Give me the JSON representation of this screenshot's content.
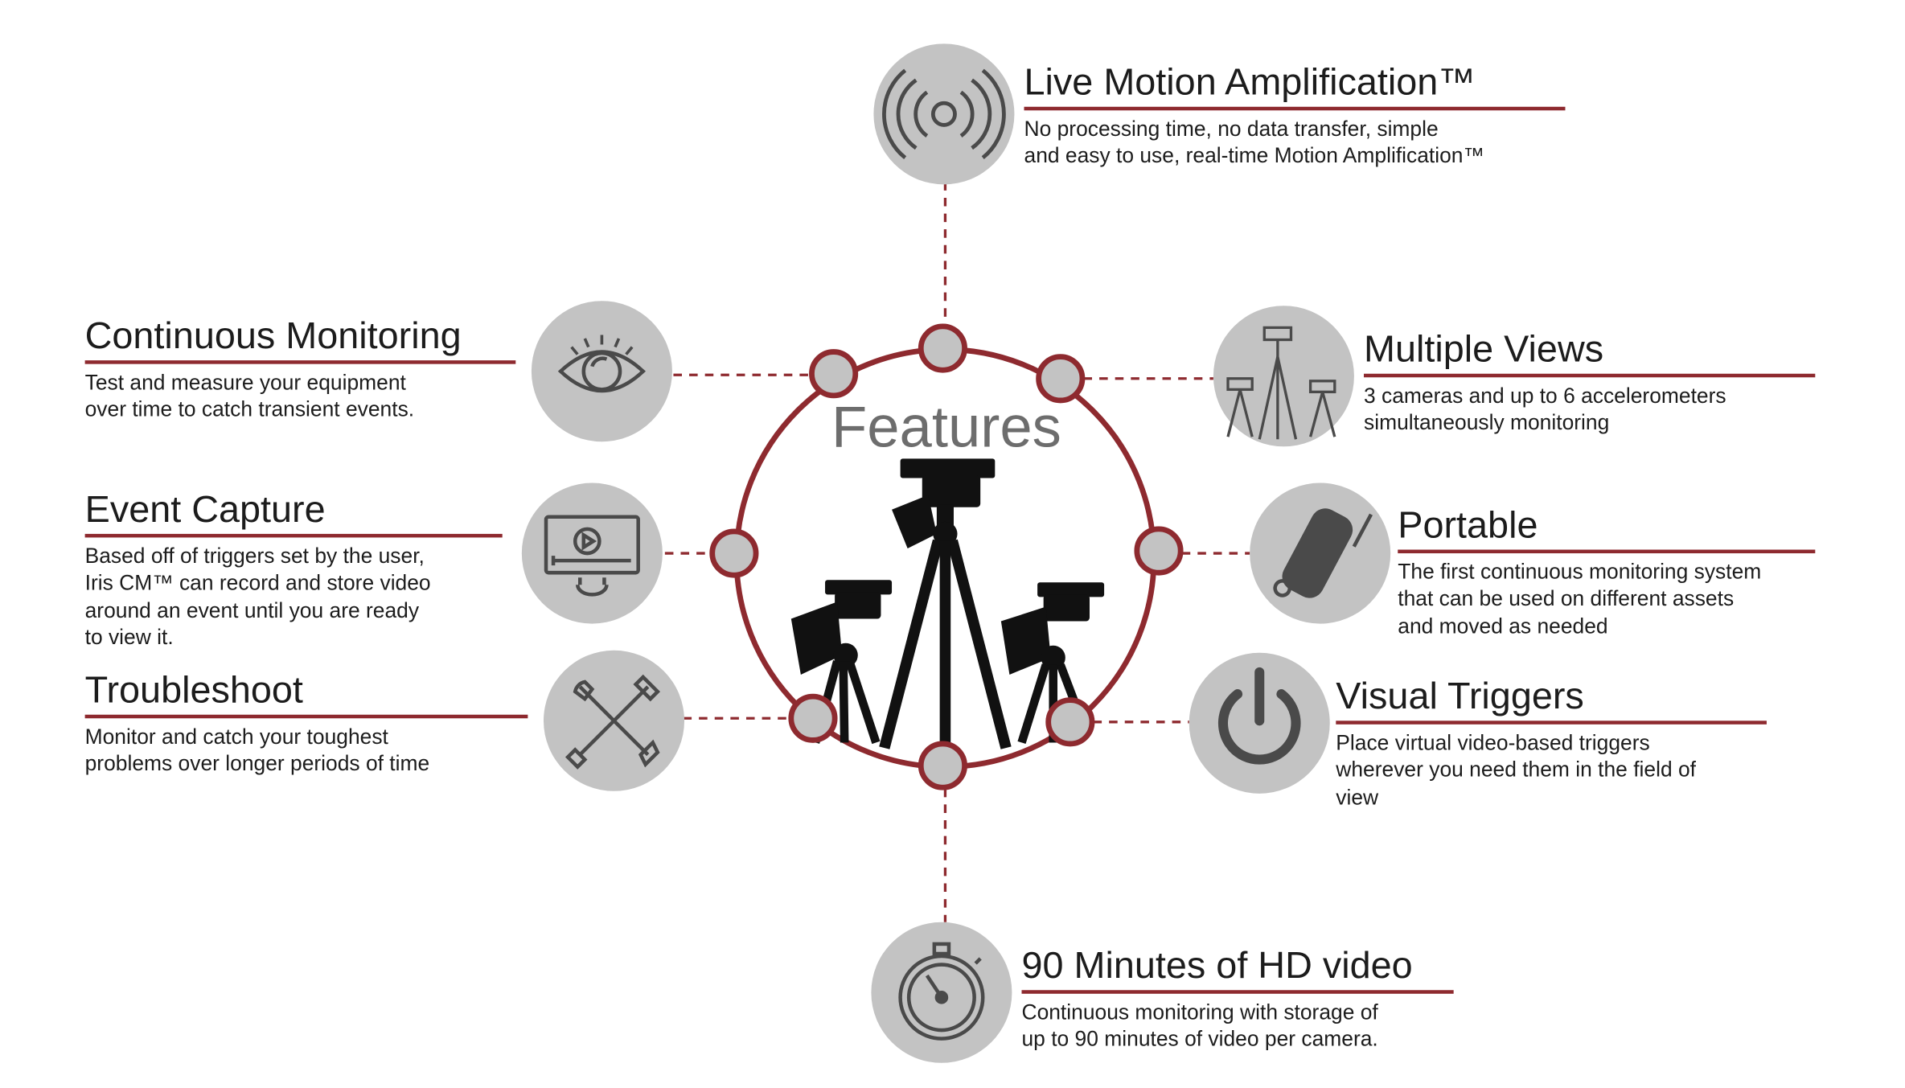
{
  "center": {
    "title": "Features"
  },
  "colors": {
    "accent": "#8e2a2f",
    "icon_bg": "#c3c3c3",
    "icon_stroke": "#4a4a4a"
  },
  "features": [
    {
      "id": "live-motion",
      "icon": "signal-waves-icon",
      "title": "Live Motion Amplification™",
      "description": "No processing time, no data transfer, simple\nand easy to use, real-time Motion Amplification™"
    },
    {
      "id": "continuous",
      "icon": "eye-icon",
      "title": "Continuous Monitoring",
      "description": "Test and measure your equipment\nover time to catch transient events."
    },
    {
      "id": "multiple-views",
      "icon": "tripods-icon",
      "title": "Multiple Views",
      "description": "3 cameras and up to 6 accelerometers\nsimultaneously monitoring"
    },
    {
      "id": "event-capture",
      "icon": "video-player-icon",
      "title": "Event Capture",
      "description": "Based off of triggers set by the user,\nIris CM™ can record and store video\naround an event until you are ready\nto view it."
    },
    {
      "id": "portable",
      "icon": "rolling-case-icon",
      "title": "Portable",
      "description": "The first continuous monitoring system\nthat can be used on different assets\nand moved as needed"
    },
    {
      "id": "troubleshoot",
      "icon": "wrench-screwdriver-icon",
      "title": "Troubleshoot",
      "description": "Monitor and catch your toughest\nproblems over longer periods of time"
    },
    {
      "id": "visual-triggers",
      "icon": "power-icon",
      "title": "Visual Triggers",
      "description": "Place virtual video-based triggers\nwherever you need them in the field of\nview"
    },
    {
      "id": "video-90",
      "icon": "stopwatch-icon",
      "title": "90 Minutes of HD video",
      "description": "Continuous monitoring with storage of\nup to 90 minutes of video per camera."
    }
  ]
}
